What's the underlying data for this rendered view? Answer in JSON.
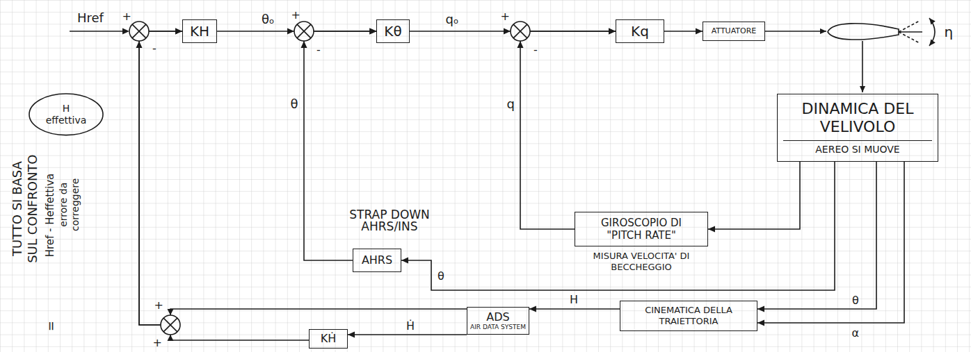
{
  "diagram": {
    "nodes": [
      {
        "text": [
          "KH"
        ]
      },
      {
        "text": [
          "Kθ"
        ]
      },
      {
        "text": [
          "Kq"
        ]
      },
      {
        "text": [
          "ATTUATORE"
        ]
      },
      {
        "text": [
          "H effettiva"
        ]
      },
      {
        "text": [
          "DINAMICA DEL VELIVOLO",
          "AEREO SI MUOVE"
        ]
      },
      {
        "text": [
          "GIROSCOPIO DI \"PITCH RATE\"",
          "MISURA VELOCITA' DI BECCHEGGIO"
        ]
      },
      {
        "text": [
          "AHRS"
        ]
      },
      {
        "text": [
          "CINEMATICA DELLA TRAIETTORIA"
        ]
      },
      {
        "text": [
          "ADS",
          "AIR DATA SYSTEM"
        ]
      },
      {
        "text": [
          "KḢ"
        ]
      }
    ],
    "edges": [
      {
        "from": 0,
        "to": 1,
        "label": "θₒ",
        "arrow": "to"
      },
      {
        "from": 1,
        "to": 2,
        "label": "qₒ",
        "arrow": "to"
      },
      {
        "from": 2,
        "to": 3,
        "arrow": "to"
      },
      {
        "from": 5,
        "to": 6,
        "arrow": "to"
      },
      {
        "from": 6,
        "to": 2,
        "label": "q",
        "arrow": "to"
      },
      {
        "from": 5,
        "to": 7,
        "label": "θ",
        "arrow": "to"
      },
      {
        "from": 7,
        "to": 1,
        "label": "θ",
        "arrow": "to"
      },
      {
        "from": 5,
        "to": 8,
        "label": "θ",
        "arrow": "to"
      },
      {
        "from": 5,
        "to": 8,
        "label": "α",
        "arrow": "to"
      },
      {
        "from": 8,
        "to": 9,
        "label": "H",
        "arrow": "to"
      },
      {
        "from": 9,
        "to": 10,
        "label": "Ḣ",
        "arrow": "to"
      },
      {
        "from": 9,
        "to": 0,
        "arrow": "to"
      },
      {
        "from": 10,
        "to": 0,
        "arrow": "to"
      }
    ],
    "labels": [
      "Href",
      "+",
      "-",
      "+",
      "-",
      "+",
      "-",
      "η",
      "STRAP DOWN AHRS/INS",
      "TUTTO SI BASA SUL CONFRONTO",
      "Href - Heffettiva",
      "errore da correggere",
      "=",
      "+",
      "+"
    ]
  }
}
